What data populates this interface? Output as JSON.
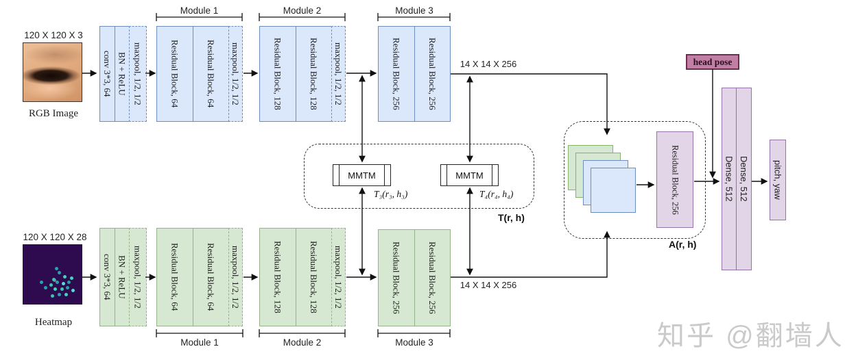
{
  "colors": {
    "rgb_block_fill": "#dbe8fb",
    "rgb_block_border": "#6c8ebf",
    "heatmap_block_fill": "#d6e8d2",
    "heatmap_block_border": "#94b38b",
    "fusion_block_fill": "#e1d5e7",
    "fusion_block_border": "#9673a6",
    "head_pose_fill": "#c17fa5",
    "head_pose_border": "#6d2d50",
    "heatmap_image_bg": "#2d0b4e",
    "heatmap_dot": "#3fc4ae"
  },
  "rgb_stream": {
    "input_dims": "120 X 120 X 3",
    "input_label": "RGB Image",
    "stem": {
      "conv": "conv 3*3, 64",
      "bn": "BN + ReLU",
      "maxpool": "maxpool, 1/2, 1/2"
    },
    "modules": [
      {
        "label": "Module 1",
        "block1": "Residual Block, 64",
        "block2": "Residual Block, 64",
        "maxpool": "maxpool, 1/2, 1/2"
      },
      {
        "label": "Module 2",
        "block1": "Residual Block, 128",
        "block2": "Residual Block, 128",
        "maxpool": "maxpool, 1/2, 1/2"
      },
      {
        "label": "Module 3",
        "block1": "Residual Block, 256",
        "block2": "Residual Block, 256"
      }
    ],
    "output_dims": "14 X 14 X 256"
  },
  "heatmap_stream": {
    "input_dims": "120 X 120 X 28",
    "input_label": "Heatmap",
    "stem": {
      "conv": "conv 3*3, 64",
      "bn": "BN + ReLU",
      "maxpool": "maxpool, 1/2, 1/2"
    },
    "modules": [
      {
        "label": "Module 1",
        "block1": "Residual Block, 64",
        "block2": "Residual Block, 64",
        "maxpool": "maxpool, 1/2, 1/2"
      },
      {
        "label": "Module 2",
        "block1": "Residual Block, 128",
        "block2": "Residual Block, 128",
        "maxpool": "maxpool, 1/2, 1/2"
      },
      {
        "label": "Module 3",
        "block1": "Residual Block, 256",
        "block2": "Residual Block, 256"
      }
    ],
    "output_dims": "14 X 14 X 256"
  },
  "transfer": {
    "mmtm1": {
      "label": "MMTM",
      "tag": "T₃(r₃, h₃)"
    },
    "mmtm2": {
      "label": "MMTM",
      "tag": "T₄(r₄, h₄)"
    },
    "group_tag": "T(r, h)"
  },
  "attention": {
    "residual_block": "Residual Block, 256",
    "group_tag": "A(r, h)"
  },
  "head": {
    "head_pose": "head pose",
    "dense1": "Dense, 512",
    "dense2": "Dense, 512",
    "output": "pitch, yaw"
  },
  "watermark": "知乎 @翻墙人"
}
